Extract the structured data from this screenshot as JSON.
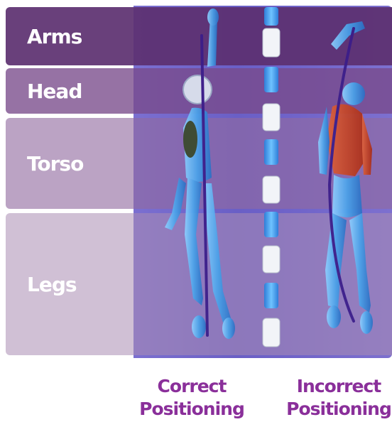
{
  "regions": {
    "arms": "Arms",
    "head": "Head",
    "torso": "Torso",
    "legs": "Legs"
  },
  "captions": {
    "correct_line1": "Correct",
    "correct_line2": "Positioning",
    "incorrect_line1": "Incorrect",
    "incorrect_line2": "Positioning"
  },
  "colors": {
    "band_arms": "#5c3070",
    "band_head": "#784a8a",
    "band_torso": "#926aa0",
    "band_legs": "#aa8cb2",
    "panel": "#6a5fc6",
    "spine_line": "#3b1d8a",
    "caption_text": "#8a2f9a",
    "figure_body": "#4aa3ea",
    "muscle": "#c43a1e"
  },
  "icons": {
    "spine": "vertebral-column-icon",
    "correct_figure": "figure-straight-icon",
    "incorrect_figure": "figure-curved-icon"
  }
}
